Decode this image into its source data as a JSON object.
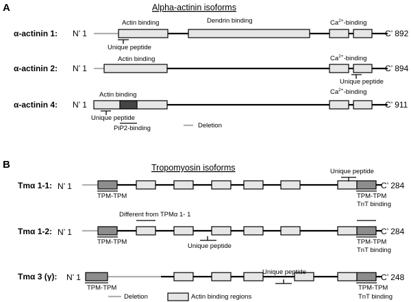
{
  "panelA": {
    "letter": "A",
    "title": "Alpha-actinin isoforms",
    "rows": [
      {
        "label": "α-actinin 1:",
        "start": "N’ 1",
        "end": "C’ 892"
      },
      {
        "label": "α-actinin 2:",
        "start": "N’ 1",
        "end": "C’ 894"
      },
      {
        "label": "α-actinin 4:",
        "start": "N’ 1",
        "end": "C’ 911"
      }
    ],
    "labels": {
      "actin_binding": "Actin binding",
      "dendrin_binding": "Dendrin binding",
      "ca_prefix": "Ca",
      "ca_sup": "2+",
      "ca_suffix": "-binding",
      "unique_peptide": "Unique peptide",
      "pip2_binding": "PiP2-binding",
      "deletion": "Deletion"
    }
  },
  "panelB": {
    "letter": "B",
    "title": "Tropomyosin isoforms",
    "rows": [
      {
        "label": "Tmα 1-1:",
        "start": "N’ 1",
        "end": "C’ 284"
      },
      {
        "label": "Tmα 1-2:",
        "start": "N’ 1",
        "end": "C’ 284"
      },
      {
        "label": "Tmα 3 (γ):",
        "start": "N’ 1",
        "end": "C’ 248"
      }
    ],
    "labels": {
      "unique_peptide": "Unique peptide",
      "tpm_tpm": "TPM-TPM",
      "tnt_binding": "TnT binding",
      "different": "Different from TPMα 1- 1",
      "deletion": "Deletion",
      "actin_regions": "Actin binding regions"
    }
  },
  "colors": {
    "line": "#000000",
    "deletion": "#b0b0b0",
    "box_light": "#e6e6e6",
    "box_dark": "#8d8d8d",
    "pip2_box": "#444444"
  }
}
